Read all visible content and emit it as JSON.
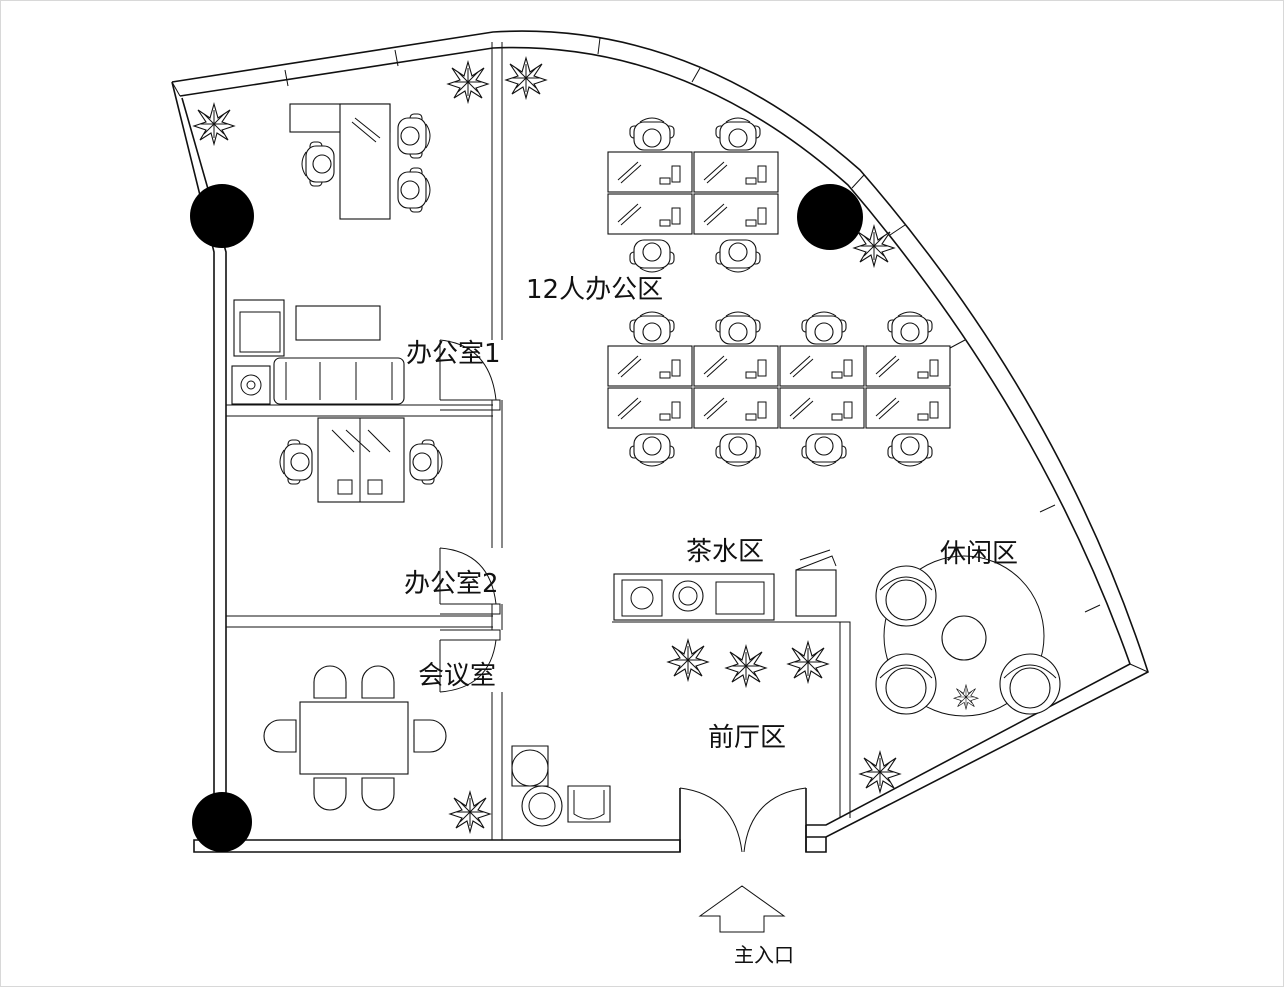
{
  "labels": {
    "open_office": "12人办公区",
    "office_1": "办公室1",
    "office_2": "办公室2",
    "meeting_room": "会议室",
    "tea_area": "茶水区",
    "lounge": "休闲区",
    "lobby": "前厅区",
    "main_entrance": "主入口"
  },
  "colors": {
    "line": "#111111",
    "column": "#000000",
    "background": "#ffffff"
  }
}
